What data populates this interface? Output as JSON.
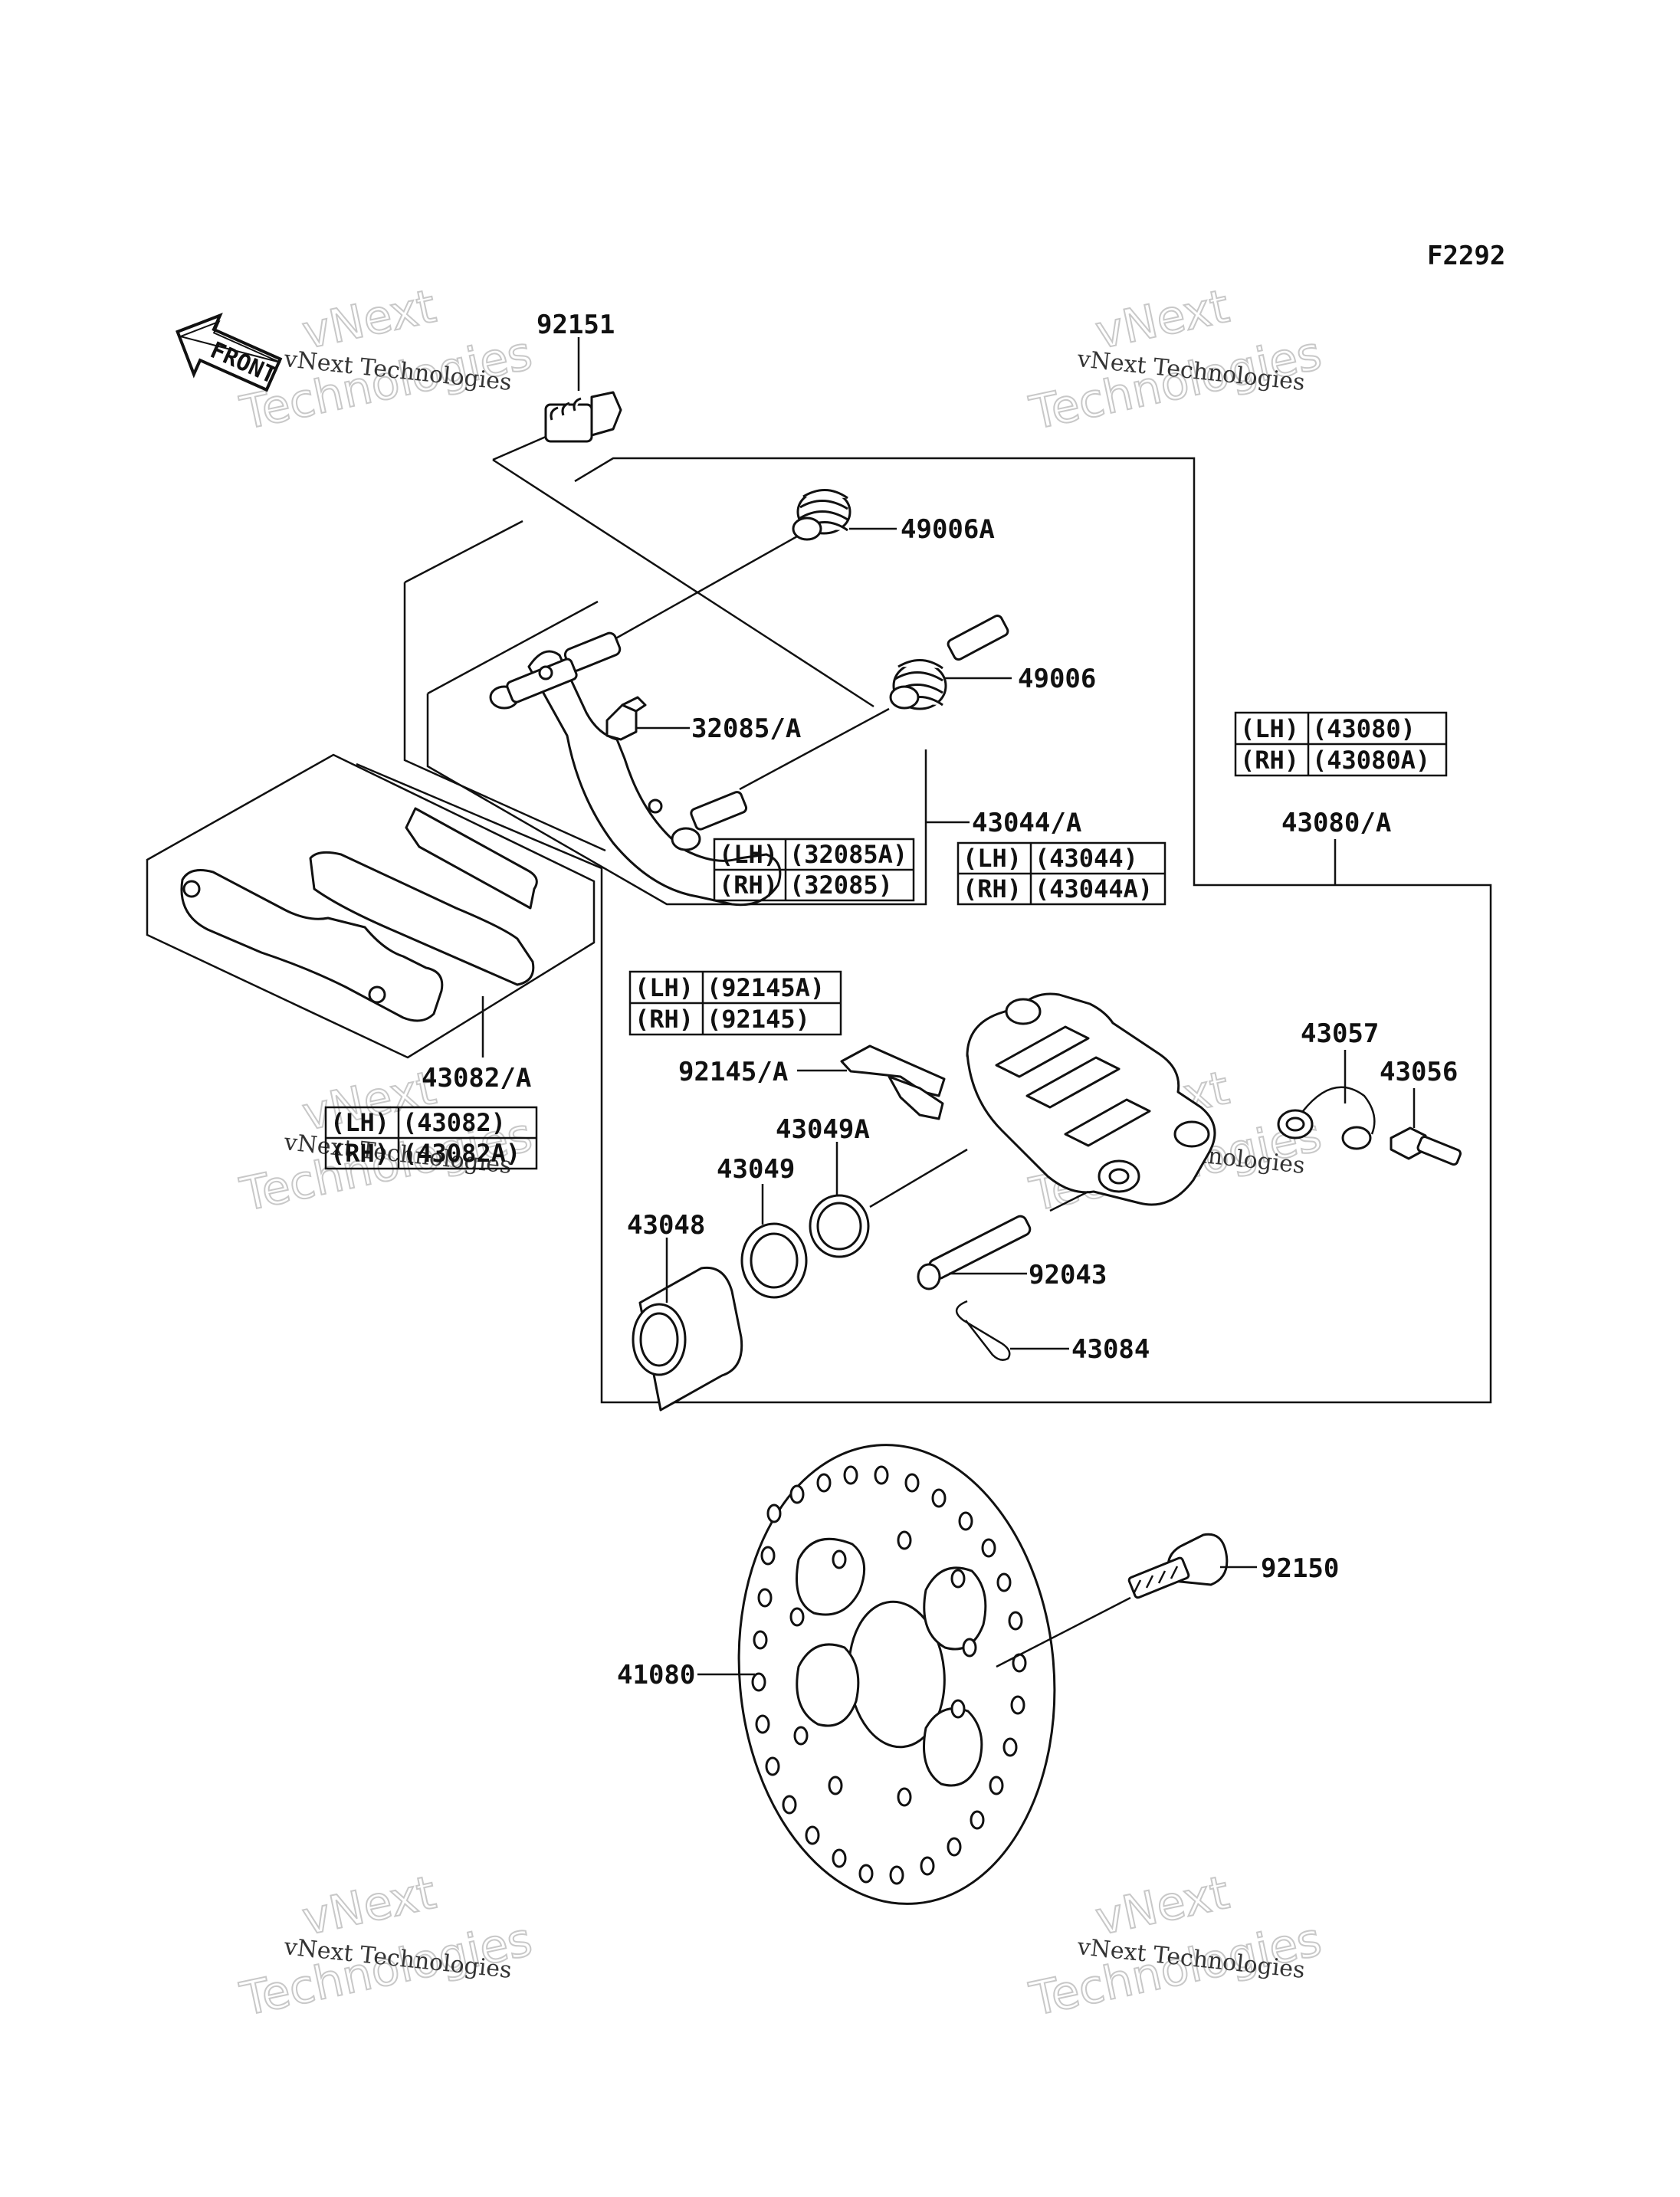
{
  "figure_id": "F2292",
  "front_label": "FRONT",
  "callouts": {
    "c92151": "92151",
    "c49006A": "49006A",
    "c49006": "49006",
    "c32085A": "32085/A",
    "c43044A": "43044/A",
    "c43080A": "43080/A",
    "c43082A": "43082/A",
    "c92145A": "92145/A",
    "c43057": "43057",
    "c43056": "43056",
    "c43049A": "43049A",
    "c43049": "43049",
    "c43048": "43048",
    "c92043": "92043",
    "c43084": "43084",
    "c92150": "92150",
    "c41080": "41080"
  },
  "tables": {
    "t43080": [
      [
        "(LH)",
        "(43080)"
      ],
      [
        "(RH)",
        "(43080A)"
      ]
    ],
    "t32085": [
      [
        "(LH)",
        "(32085A)"
      ],
      [
        "(RH)",
        "(32085)"
      ]
    ],
    "t43044": [
      [
        "(LH)",
        "(43044)"
      ],
      [
        "(RH)",
        "(43044A)"
      ]
    ],
    "t92145": [
      [
        "(LH)",
        "(92145A)"
      ],
      [
        "(RH)",
        "(92145)"
      ]
    ],
    "t43082": [
      [
        "(LH)",
        "(43082)"
      ],
      [
        "(RH)",
        "(43082A)"
      ]
    ]
  },
  "watermark": {
    "line1": "vNext",
    "line2": "Technologies",
    "small": "vNext Technologies"
  }
}
